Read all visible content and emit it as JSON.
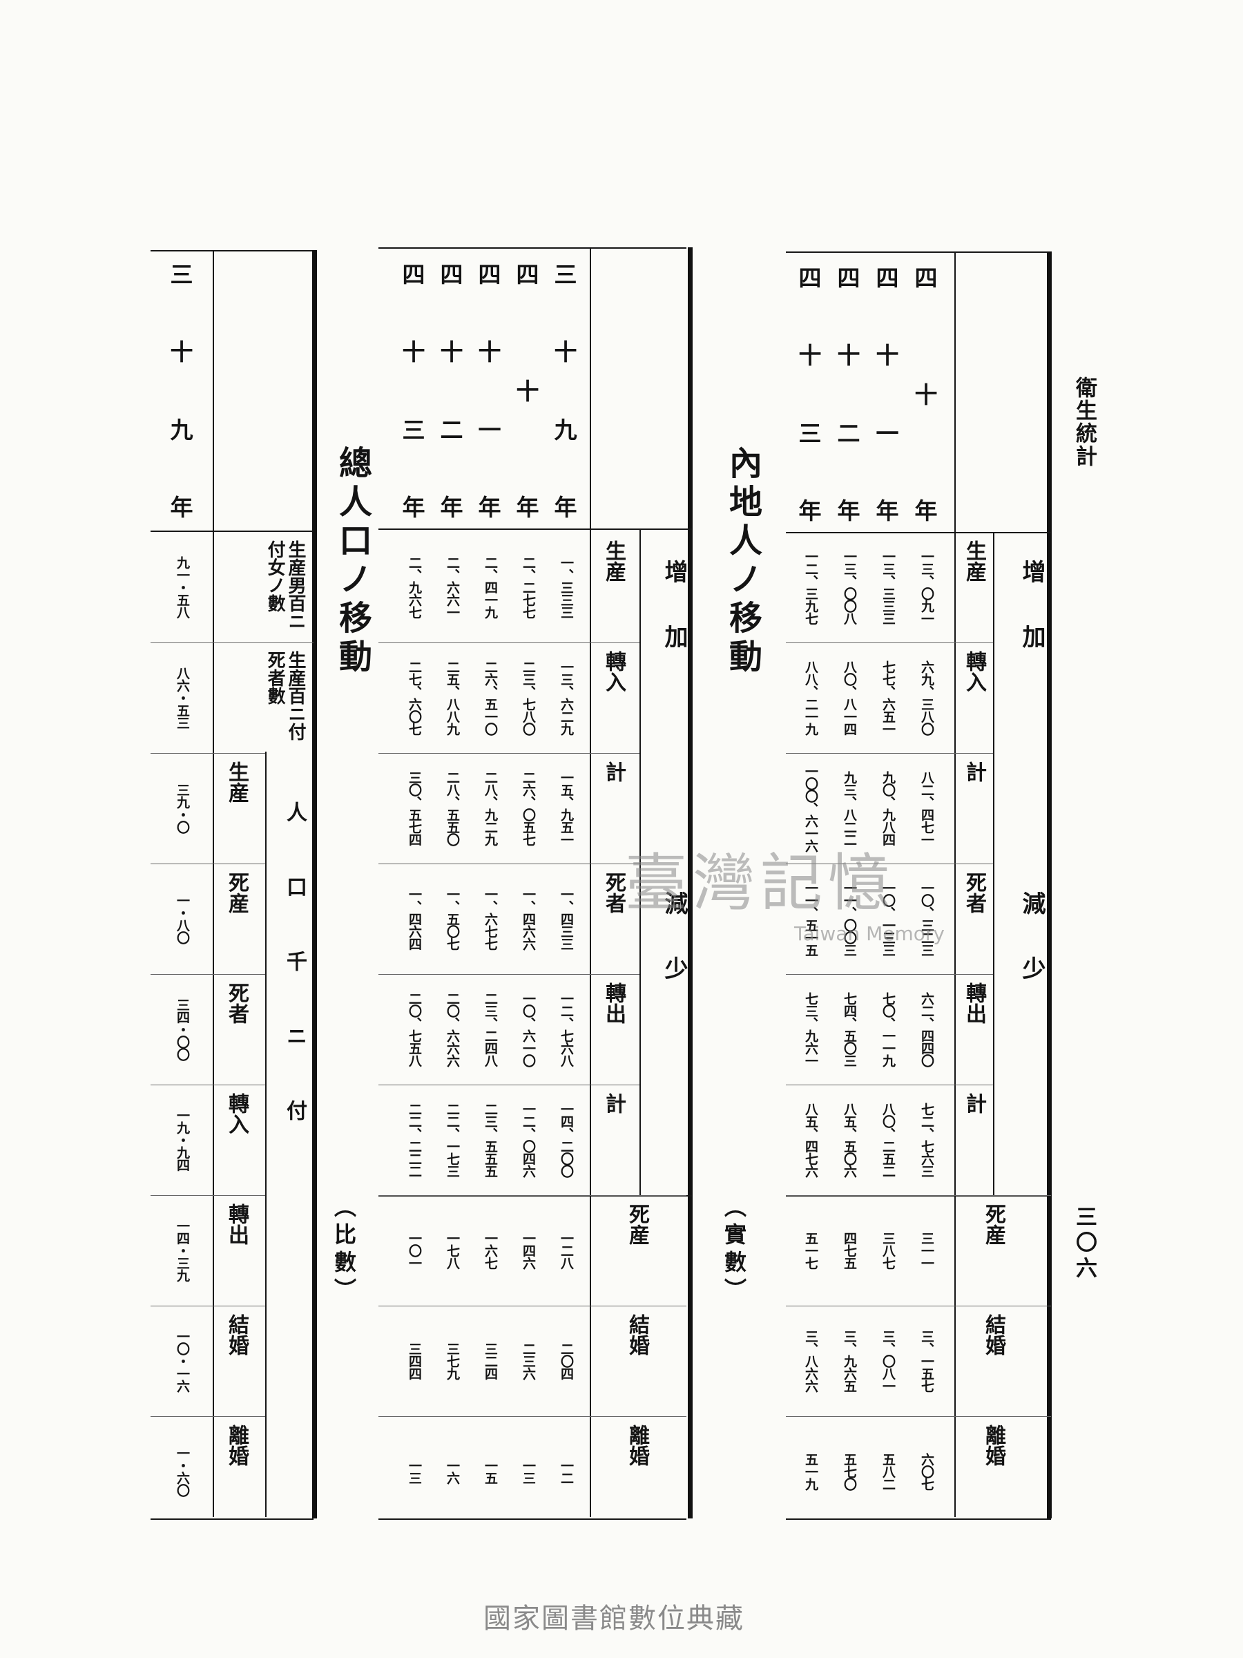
{
  "header": {
    "section": "衛生統計",
    "page_number": "三〇六"
  },
  "table1": {
    "title": "內地人ノ移動",
    "unit": "（實數）",
    "groups": {
      "increase": "增加",
      "decrease": "減少"
    },
    "columns": [
      "生産",
      "轉入",
      "計",
      "死者",
      "轉出",
      "計",
      "死産",
      "結婚",
      "離婚"
    ],
    "years": [
      "四十年",
      "四十一年",
      "四十二年",
      "四十三年"
    ],
    "rows": [
      [
        "一三、〇九一",
        "六九、三八〇",
        "八二、四七一",
        "一〇、三二三",
        "六二、四四〇",
        "七二、七六三",
        "三一一",
        "三、一五七",
        "六〇七"
      ],
      [
        "一三、三三三",
        "七七、六五一",
        "九〇、九八四",
        "一〇、一三三",
        "七〇、一一九",
        "八〇、二五二",
        "三八七",
        "三、〇八一",
        "五八二"
      ],
      [
        "一三、〇〇八",
        "八〇、八一四",
        "九三、八二二",
        "一一、〇〇三",
        "七四、五〇三",
        "八五、五〇六",
        "四七五",
        "三、九六五",
        "五七〇"
      ],
      [
        "一二、三九七",
        "八八、二一九",
        "一〇〇、六一六",
        "一一、五一五",
        "七三、九六一",
        "八五、四七六",
        "五一七",
        "三、八六六",
        "五一九"
      ]
    ]
  },
  "table2": {
    "title": "總人口ノ移動",
    "unit": "（比數）",
    "groups": {
      "increase": "增加",
      "decrease": "減少"
    },
    "columns": [
      "生産",
      "轉入",
      "計",
      "死者",
      "轉出",
      "計",
      "死産",
      "結婚",
      "離婚"
    ],
    "years": [
      "三十九年",
      "四十年",
      "四十一年",
      "四十二年",
      "四十三年"
    ],
    "rows": [
      [
        "一、三三三",
        "一三、六二九",
        "一五、九五一",
        "一、四三三",
        "一二、七六八",
        "一四、二〇〇",
        "一二八",
        "二〇四",
        "一二"
      ],
      [
        "二、二七七",
        "二三、七八〇",
        "二六、〇五七",
        "一、四六六",
        "一〇、六一〇",
        "一二、〇四六",
        "一四六",
        "二三六",
        "一三"
      ],
      [
        "二、四一九",
        "二六、五一〇",
        "二八、九二九",
        "一、六七七",
        "二三、二四八",
        "二三、五五五",
        "一六七",
        "三二四",
        "一五"
      ],
      [
        "二、六六一",
        "二五、八八九",
        "二八、五五〇",
        "一、五〇七",
        "二〇、六六六",
        "二二、一七三",
        "一七八",
        "三七九",
        "一六"
      ],
      [
        "二、九六七",
        "二七、六〇七",
        "三〇、五七四",
        "一、四六四",
        "二〇、七五八",
        "二二、二二二",
        "一〇一",
        "三四四",
        "一三"
      ]
    ]
  },
  "table3": {
    "caption": "人口千ニ付",
    "year": "三十九年",
    "columns": [
      "生産男百ニ付女ノ數",
      "生産百ニ付死者數",
      "生産",
      "死産",
      "死者",
      "轉入",
      "轉出",
      "結婚",
      "離婚"
    ],
    "values": [
      "九一・五八",
      "八六・五三",
      "三九・〇",
      "一・八〇",
      "三四・〇〇",
      "一九・九四",
      "一四・三九",
      "一〇・一六",
      "一・六〇"
    ]
  },
  "watermark": {
    "text": "臺灣記憶",
    "english": "Taiwan Memory"
  },
  "footer": "國家圖書館數位典藏"
}
